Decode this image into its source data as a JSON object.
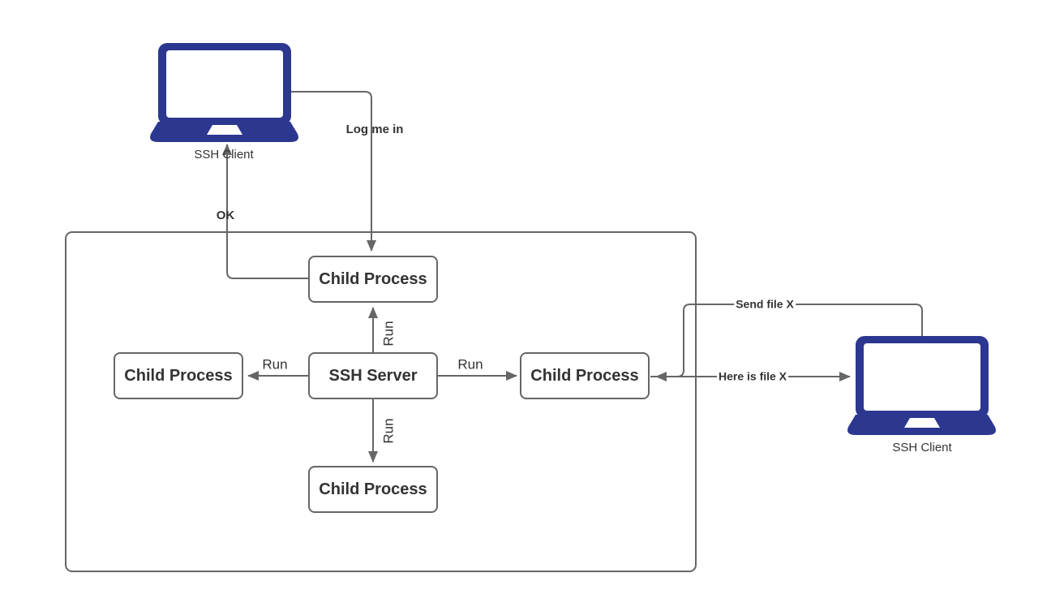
{
  "diagram_type": "ssh-architecture",
  "colors": {
    "laptop": "#2c3790",
    "line": "#666666",
    "node_border": "#666666",
    "text": "#333333",
    "background": "#ffffff"
  },
  "nodes": [
    {
      "id": "child-process-top",
      "label": "Child Process"
    },
    {
      "id": "child-process-left",
      "label": "Child Process"
    },
    {
      "id": "ssh-server",
      "label": "SSH Server"
    },
    {
      "id": "child-process-right",
      "label": "Child Process"
    },
    {
      "id": "child-process-bottom",
      "label": "Child Process"
    }
  ],
  "clients": [
    {
      "id": "ssh-client-top-left",
      "label": "SSH Client"
    },
    {
      "id": "ssh-client-right",
      "label": "SSH Client"
    }
  ],
  "edge_labels": {
    "log_me_in": "Log me in",
    "ok": "OK",
    "run": [
      "Run",
      "Run",
      "Run",
      "Run"
    ],
    "send_file": "Send file X",
    "here_is_file": "Here is file X"
  }
}
